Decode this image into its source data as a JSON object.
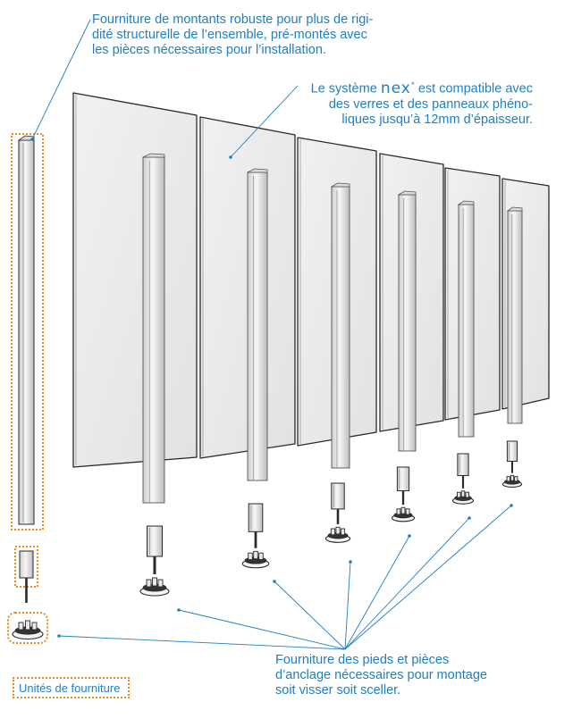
{
  "annotations": {
    "top": {
      "lines": [
        "Fourniture de montants robuste pour plus de rigi-",
        "dité structurelle de l’ensemble, pré-montés avec",
        "les pièces nécessaires pour l’installation."
      ]
    },
    "nex": {
      "line1_prefix": "Le système",
      "brand": "nex",
      "brand_mark": "*",
      "line1_suffix": "est compatible avec",
      "line2": "des verres et des panneaux phéno-",
      "line3": "liques jusqu’à 12mm d’épaisseur."
    },
    "bottom": {
      "lines": [
        "Fourniture des pieds et pièces",
        "d’anclage nécessaires pour montage",
        "soit visser soit sceller."
      ]
    }
  },
  "legend": {
    "label": "Unités de fourniture"
  },
  "colors": {
    "annotation_text": "#1f7fc0",
    "leader_line": "#1f7fc0",
    "highlight_frame": "#f08a1c",
    "panel_fill": "#ececec",
    "outline": "#2a2a2a"
  }
}
